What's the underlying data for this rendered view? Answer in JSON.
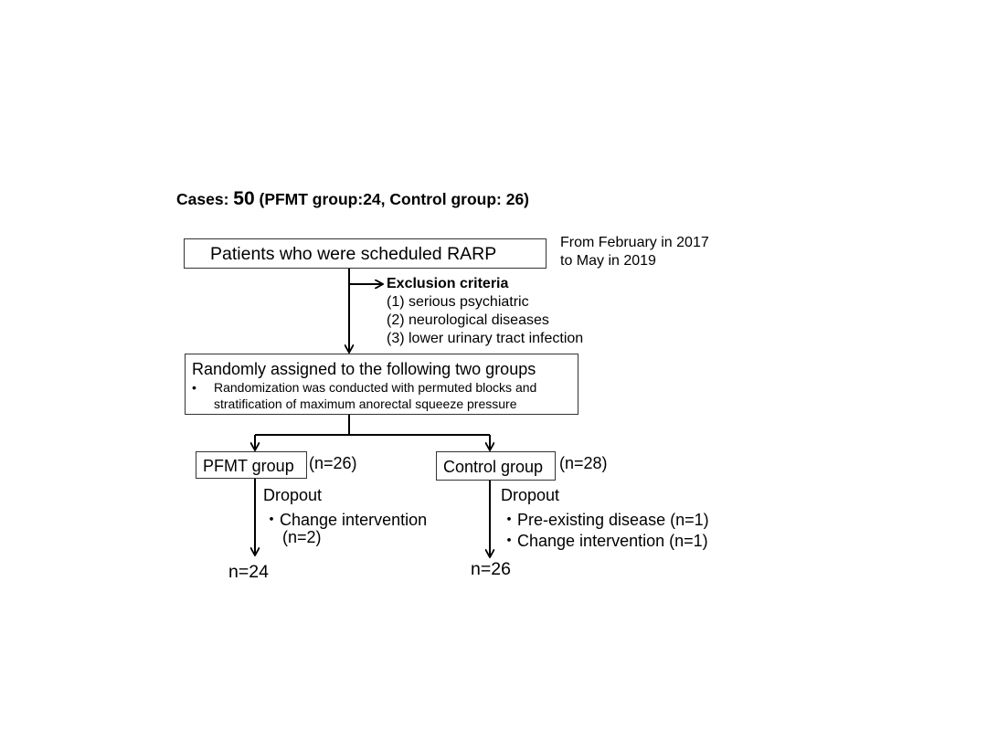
{
  "header": {
    "prefix": "Cases: ",
    "total": "50",
    "detail": " (PFMT group:24, Control group: 26)"
  },
  "step1": {
    "label": "Patients who were scheduled RARP",
    "period_line1": "From February in 2017",
    "period_line2": "to May in 2019"
  },
  "exclusion": {
    "title": "Exclusion criteria",
    "items": [
      "(1)  serious psychiatric",
      "(2) neurological diseases",
      "(3) lower urinary tract infection"
    ]
  },
  "randomization": {
    "title": "Randomly assigned to the following two groups",
    "bullet": "•",
    "note_line1": "Randomization was conducted with permuted blocks and",
    "note_line2": "stratification of maximum anorectal squeeze pressure"
  },
  "pfmt": {
    "label": "PFMT group",
    "n": "(n=26)",
    "dropout_title": "Dropout",
    "dropout_line1": "・Change intervention",
    "dropout_line2": "(n=2)",
    "final": "n=24"
  },
  "control": {
    "label": "Control group",
    "n": "(n=28)",
    "dropout_title": "Dropout",
    "dropout_line1": "・Pre-existing disease (n=1)",
    "dropout_line2": "・Change intervention (n=1)",
    "final": "n=26"
  },
  "colors": {
    "line": "#000000",
    "box_border": "#333333"
  }
}
